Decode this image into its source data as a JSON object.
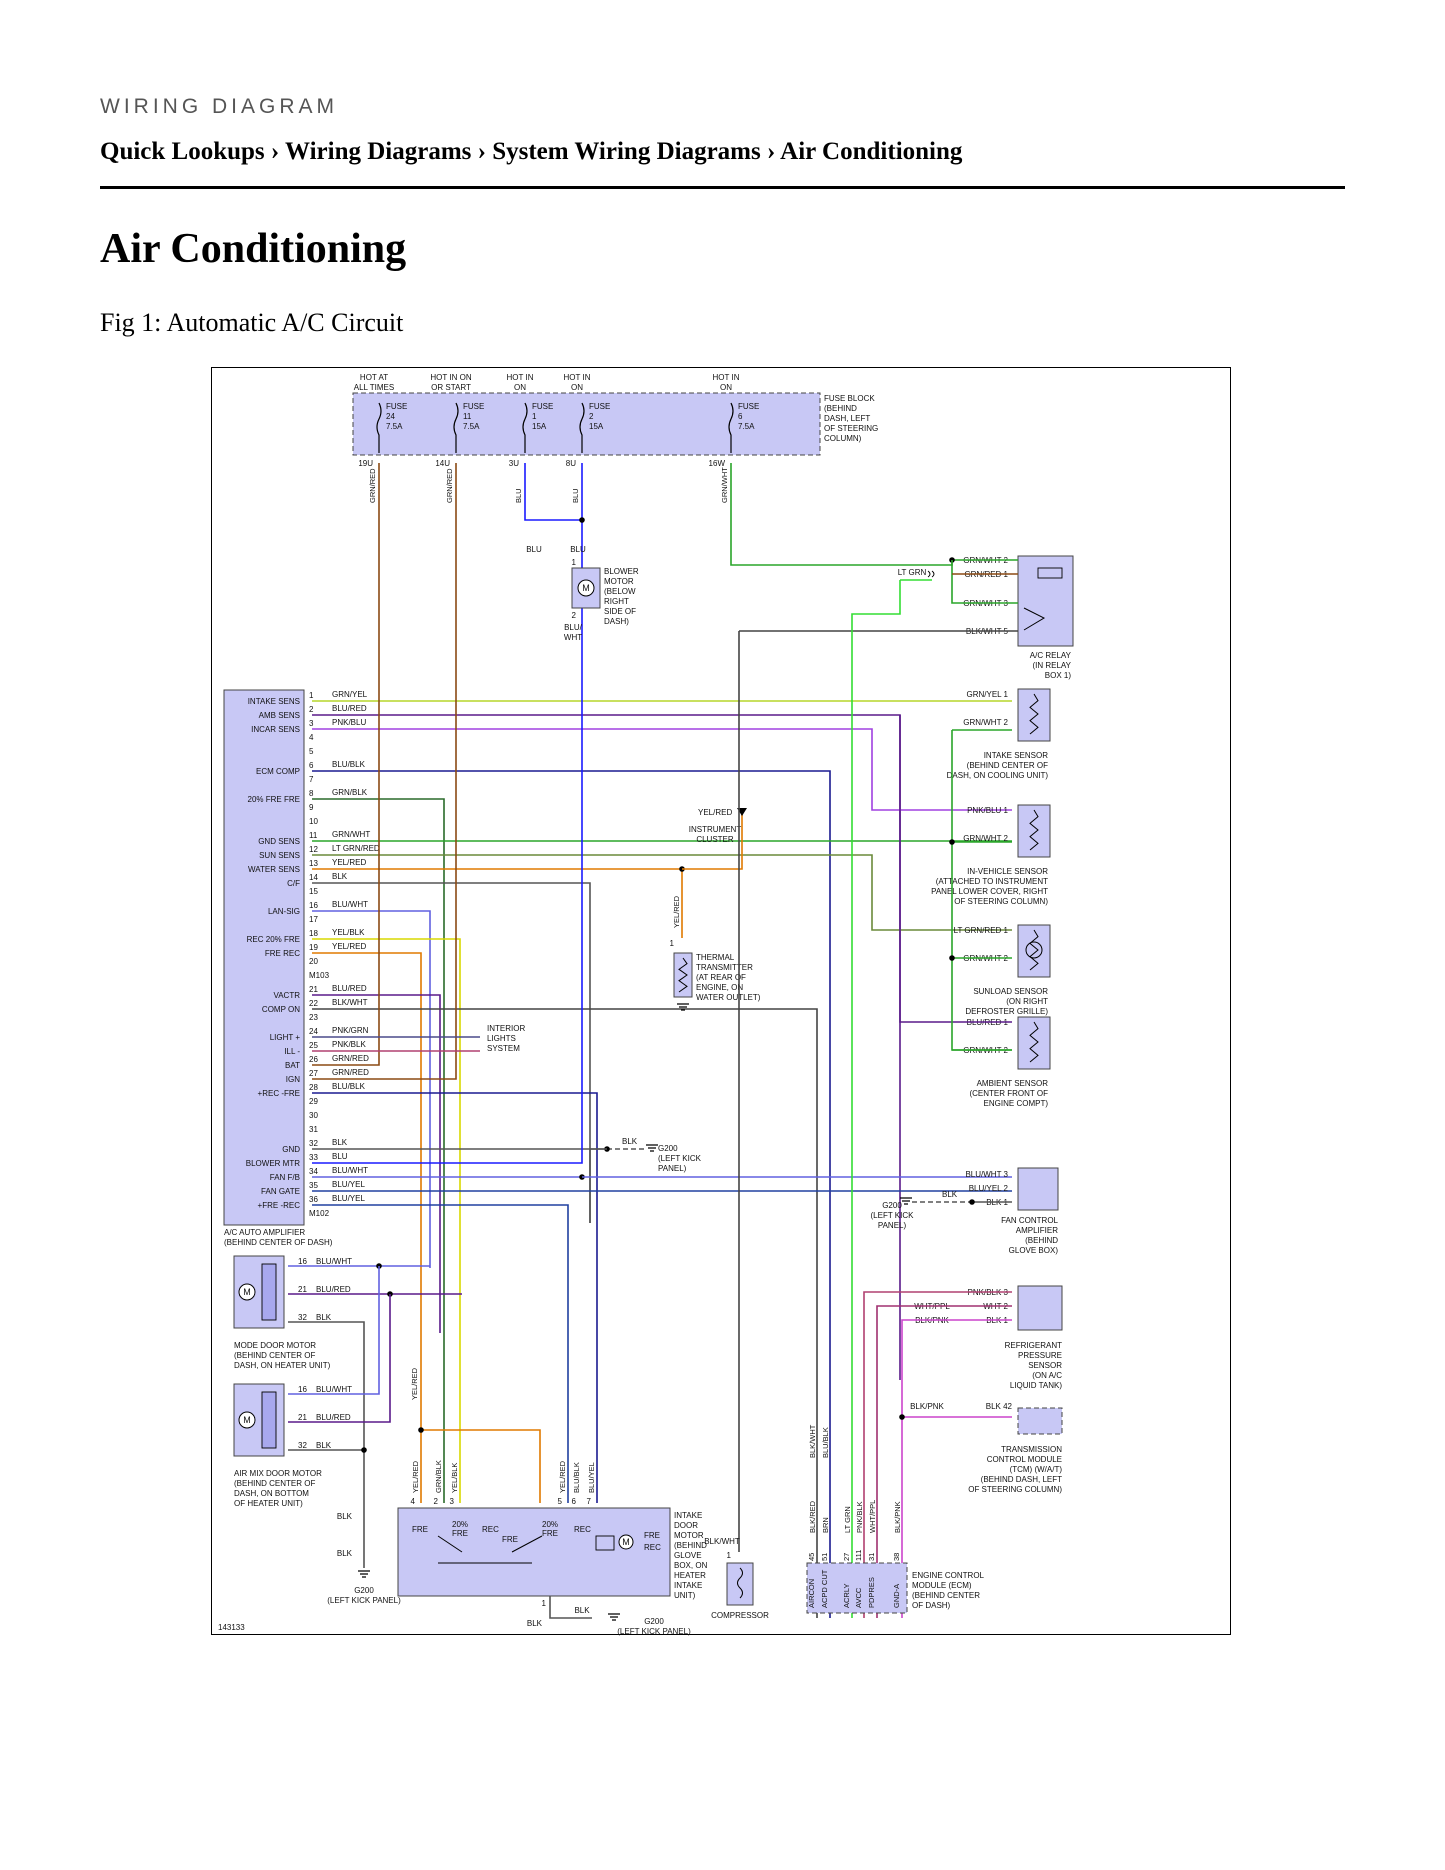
{
  "header": {
    "kicker": "WIRING DIAGRAM",
    "breadcrumb": "Quick Lookups › Wiring Diagrams › System Wiring Diagrams › Air Conditioning",
    "title": "Air Conditioning",
    "figure_caption": "Fig 1: Automatic A/C Circuit"
  },
  "diagram": {
    "figure_number": "143133",
    "colors": {
      "GRN/RED": "#8b4a14",
      "BLU": "#1a1aff",
      "GRN/WHT": "#2aa52a",
      "LT GRN": "#33dd33",
      "GRN/YEL": "#b6d62a",
      "BLU/RED": "#5a1a8a",
      "PNK/BLU": "#a040e0",
      "BLU/BLK": "#1a1a90",
      "GRN/BLK": "#2a6a2a",
      "LT GRN/RED": "#6a8a3a",
      "YEL/RED": "#e07a00",
      "BLK": "#555555",
      "BLU/WHT": "#6060e0",
      "YEL/BLK": "#d8d800",
      "BLK/WHT": "#444444",
      "BLU/YEL": "#2040a0",
      "WHT/PPL": "#a03070",
      "BLK/PNK": "#cc44cc",
      "PNK/BLK": "#b04070",
      "BRN": "#7a3a00",
      "BLK/RED": "#333333",
      "PNK/GRN": "#4a4a8a",
      "fill": "#c8c8f5"
    },
    "fuses": [
      {
        "hot": [
          "HOT AT",
          "ALL TIMES"
        ],
        "name": "FUSE",
        "num": "24",
        "amp": "7.5A",
        "term": "19U",
        "wire": "GRN/RED"
      },
      {
        "hot": [
          "HOT IN ON",
          "OR START"
        ],
        "name": "FUSE",
        "num": "11",
        "amp": "7.5A",
        "term": "14U",
        "wire": "GRN/RED"
      },
      {
        "hot": [
          "HOT IN",
          "ON"
        ],
        "name": "FUSE",
        "num": "1",
        "amp": "15A",
        "term": "3U",
        "wire": "BLU"
      },
      {
        "hot": [
          "HOT IN",
          "ON"
        ],
        "name": "FUSE",
        "num": "2",
        "amp": "15A",
        "term": "8U",
        "wire": "BLU"
      },
      {
        "hot": [
          "HOT IN",
          "ON"
        ],
        "name": "FUSE",
        "num": "6",
        "amp": "7.5A",
        "term": "16W",
        "wire": "GRN/WHT"
      }
    ],
    "fuse_block_label": [
      "FUSE BLOCK",
      "(BEHIND",
      "DASH, LEFT",
      "OF STEERING",
      "COLUMN)"
    ],
    "blower_motor": {
      "label": [
        "BLOWER",
        "MOTOR",
        "(BELOW",
        "RIGHT",
        "SIDE OF",
        "DASH)"
      ],
      "in_wires": [
        "BLU",
        "BLU"
      ],
      "pin_top": "1",
      "pin_bottom": "2",
      "out_wire": [
        "BLU/",
        "WHT"
      ]
    },
    "ac_relay": {
      "label": [
        "A/C RELAY",
        "(IN RELAY",
        "BOX 1)"
      ],
      "pins": [
        [
          "GRN/WHT",
          "2"
        ],
        [
          "GRN/RED",
          "1"
        ],
        [
          "GRN/WHT",
          "3"
        ],
        [
          "BLK/WHT",
          "5"
        ]
      ],
      "ltgrn": "LT GRN"
    },
    "amplifier": {
      "label": [
        "A/C AUTO AMPLIFIER",
        "(BEHIND CENTER OF DASH)"
      ],
      "pins": [
        {
          "n": "1",
          "f": "INTAKE SENS",
          "w": "GRN/YEL"
        },
        {
          "n": "2",
          "f": "AMB SENS",
          "w": "BLU/RED"
        },
        {
          "n": "3",
          "f": "INCAR SENS",
          "w": "PNK/BLU"
        },
        {
          "n": "4",
          "f": "",
          "w": ""
        },
        {
          "n": "5",
          "f": "",
          "w": ""
        },
        {
          "n": "6",
          "f": "ECM COMP",
          "w": "BLU/BLK"
        },
        {
          "n": "7",
          "f": "",
          "w": ""
        },
        {
          "n": "8",
          "f": "20% FRE FRE",
          "w": "GRN/BLK"
        },
        {
          "n": "9",
          "f": "",
          "w": ""
        },
        {
          "n": "10",
          "f": "",
          "w": ""
        },
        {
          "n": "11",
          "f": "GND SENS",
          "w": "GRN/WHT"
        },
        {
          "n": "12",
          "f": "SUN SENS",
          "w": "LT GRN/RED"
        },
        {
          "n": "13",
          "f": "WATER SENS",
          "w": "YEL/RED"
        },
        {
          "n": "14",
          "f": "C/F",
          "w": "BLK"
        },
        {
          "n": "15",
          "f": "",
          "w": ""
        },
        {
          "n": "16",
          "f": "LAN-SIG",
          "w": "BLU/WHT"
        },
        {
          "n": "17",
          "f": "",
          "w": ""
        },
        {
          "n": "18",
          "f": "REC 20% FRE",
          "w": "YEL/BLK"
        },
        {
          "n": "19",
          "f": "FRE REC",
          "w": "YEL/RED"
        },
        {
          "n": "20",
          "f": "",
          "w": ""
        },
        {
          "n": "M103",
          "f": "",
          "w": ""
        },
        {
          "n": "21",
          "f": "VACTR",
          "w": "BLU/RED"
        },
        {
          "n": "22",
          "f": "COMP ON",
          "w": "BLK/WHT"
        },
        {
          "n": "23",
          "f": "",
          "w": ""
        },
        {
          "n": "24",
          "f": "LIGHT +",
          "w": "PNK/GRN"
        },
        {
          "n": "25",
          "f": "ILL -",
          "w": "PNK/BLK"
        },
        {
          "n": "26",
          "f": "BAT",
          "w": "GRN/RED"
        },
        {
          "n": "27",
          "f": "IGN",
          "w": "GRN/RED"
        },
        {
          "n": "28",
          "f": "+REC -FRE",
          "w": "BLU/BLK"
        },
        {
          "n": "29",
          "f": "",
          "w": ""
        },
        {
          "n": "30",
          "f": "",
          "w": ""
        },
        {
          "n": "31",
          "f": "",
          "w": ""
        },
        {
          "n": "32",
          "f": "GND",
          "w": "BLK"
        },
        {
          "n": "33",
          "f": "BLOWER MTR",
          "w": "BLU"
        },
        {
          "n": "34",
          "f": "FAN F/B",
          "w": "BLU/WHT"
        },
        {
          "n": "35",
          "f": "FAN GATE",
          "w": "BLU/YEL"
        },
        {
          "n": "36",
          "f": "+FRE -REC",
          "w": "BLU/YEL"
        },
        {
          "n": "M102",
          "f": "",
          "w": ""
        }
      ]
    },
    "instrument_cluster": {
      "wire": "YEL/RED",
      "label": [
        "INSTRUMENT",
        "CLUSTER"
      ]
    },
    "thermal_transmitter": {
      "wire": "YEL/RED",
      "pin": "1",
      "label": [
        "THERMAL",
        "TRANSMITTER",
        "(AT REAR OF",
        "ENGINE, ON",
        "WATER OUTLET)"
      ]
    },
    "interior_lights": [
      "INTERIOR",
      "LIGHTS",
      "SYSTEM"
    ],
    "g200_mid": {
      "wire": "BLK",
      "label": [
        "G200",
        "(LEFT KICK",
        "PANEL)"
      ]
    },
    "sensors": [
      {
        "pins": [
          [
            "GRN/YEL",
            "1"
          ],
          [
            "GRN/WHT",
            "2"
          ]
        ],
        "label": [
          "INTAKE SENSOR",
          "(BEHIND CENTER OF",
          "DASH, ON COOLING UNIT)"
        ]
      },
      {
        "pins": [
          [
            "PNK/BLU",
            "1"
          ],
          [
            "GRN/WHT",
            "2"
          ]
        ],
        "label": [
          "IN-VEHICLE SENSOR",
          "(ATTACHED TO INSTRUMENT",
          "PANEL LOWER COVER, RIGHT",
          "OF STEERING COLUMN)"
        ]
      },
      {
        "pins": [
          [
            "LT GRN/RED",
            "1"
          ],
          [
            "GRN/WHT",
            "2"
          ]
        ],
        "label": [
          "SUNLOAD SENSOR",
          "(ON RIGHT",
          "DEFROSTER GRILLE)"
        ]
      },
      {
        "pins": [
          [
            "BLU/RED",
            "1"
          ],
          [
            "GRN/WHT",
            "2"
          ]
        ],
        "label": [
          "AMBIENT SENSOR",
          "(CENTER FRONT OF",
          "ENGINE COMPT)"
        ]
      }
    ],
    "fan_control": {
      "pins": [
        [
          "BLU/WHT",
          "3"
        ],
        [
          "BLU/YEL",
          "2"
        ],
        [
          "BLK",
          "1"
        ]
      ],
      "label": [
        "FAN CONTROL",
        "AMPLIFIER",
        "(BEHIND",
        "GLOVE BOX)"
      ],
      "ground": [
        "G200",
        "(LEFT KICK",
        "PANEL)"
      ],
      "ground_wire": "BLK"
    },
    "refrigerant_sensor": {
      "pins": [
        [
          "PNK/BLK",
          "3"
        ],
        [
          "WHT",
          "2"
        ],
        [
          "BLK",
          "1"
        ]
      ],
      "in_wires": [
        "WHT/PPL",
        "BLK/PNK"
      ],
      "label": [
        "REFRIGERANT",
        "PRESSURE",
        "SENSOR",
        "(ON A/C",
        "LIQUID TANK)"
      ]
    },
    "tcm": {
      "in_wire": "BLK/PNK",
      "wire": "BLK",
      "pin": "42",
      "label": [
        "TRANSMISSION",
        "CONTROL MODULE",
        "(TCM)      (W/A/T)",
        "(BEHIND DASH, LEFT",
        "OF STEERING COLUMN)"
      ]
    },
    "mode_door_motor": {
      "pins": [
        [
          "16",
          "BLU/WHT"
        ],
        [
          "21",
          "BLU/RED"
        ],
        [
          "32",
          "BLK"
        ]
      ],
      "label": [
        "MODE DOOR MOTOR",
        "(BEHIND CENTER OF",
        "DASH, ON HEATER UNIT)"
      ]
    },
    "air_mix_motor": {
      "pins": [
        [
          "16",
          "BLU/WHT"
        ],
        [
          "21",
          "BLU/RED"
        ],
        [
          "32",
          "BLK"
        ]
      ],
      "label": [
        "AIR MIX DOOR MOTOR",
        "(BEHIND CENTER OF",
        "DASH, ON BOTTOM",
        "OF HEATER UNIT)"
      ],
      "ground_wires": [
        "BLK",
        "BLK"
      ],
      "ground": [
        "G200",
        "(LEFT KICK PANEL)"
      ]
    },
    "intake_door_motor": {
      "wires": [
        "YEL/RED",
        "YEL/RED",
        "GRN/BLK",
        "YEL/BLK",
        "YEL/RED",
        "BLU/YEL",
        "BLU/BLK"
      ],
      "pins": [
        "4",
        "2",
        "3",
        "5",
        "7",
        "6"
      ],
      "inner": [
        "FRE",
        "20%",
        "FRE",
        "REC",
        "FRE",
        "20%",
        "FRE",
        "REC",
        "FRE",
        "REC"
      ],
      "label": [
        "INTAKE",
        "DOOR",
        "MOTOR",
        "(BEHIND",
        "GLOVE",
        "BOX, ON",
        "HEATER",
        "INTAKE",
        "UNIT)"
      ],
      "ground_pin": "1",
      "ground_wires": [
        "BLK",
        "BLK"
      ],
      "ground": [
        "G200",
        "(LEFT KICK PANEL)"
      ]
    },
    "compressor": {
      "wire": "BLK/WHT",
      "pin": "1",
      "label": "COMPRESSOR"
    },
    "ecm": {
      "wires": [
        "BLK/WHT",
        "BLU/BLK",
        "BLK/RED",
        "BRN",
        "LT GRN",
        "PNK/BLK",
        "WHT/PPL",
        "BLK/PNK"
      ],
      "pins": [
        [
          "45",
          "AIRCON"
        ],
        [
          "51",
          "ACPD CUT"
        ],
        [
          "27",
          "ACRLY"
        ],
        [
          "111",
          "AVCC"
        ],
        [
          "31",
          "PDPRES"
        ],
        [
          "38",
          "GND-A"
        ]
      ],
      "label": [
        "ENGINE CONTROL",
        "MODULE (ECM)",
        "(BEHIND CENTER",
        "OF DASH)"
      ]
    }
  }
}
